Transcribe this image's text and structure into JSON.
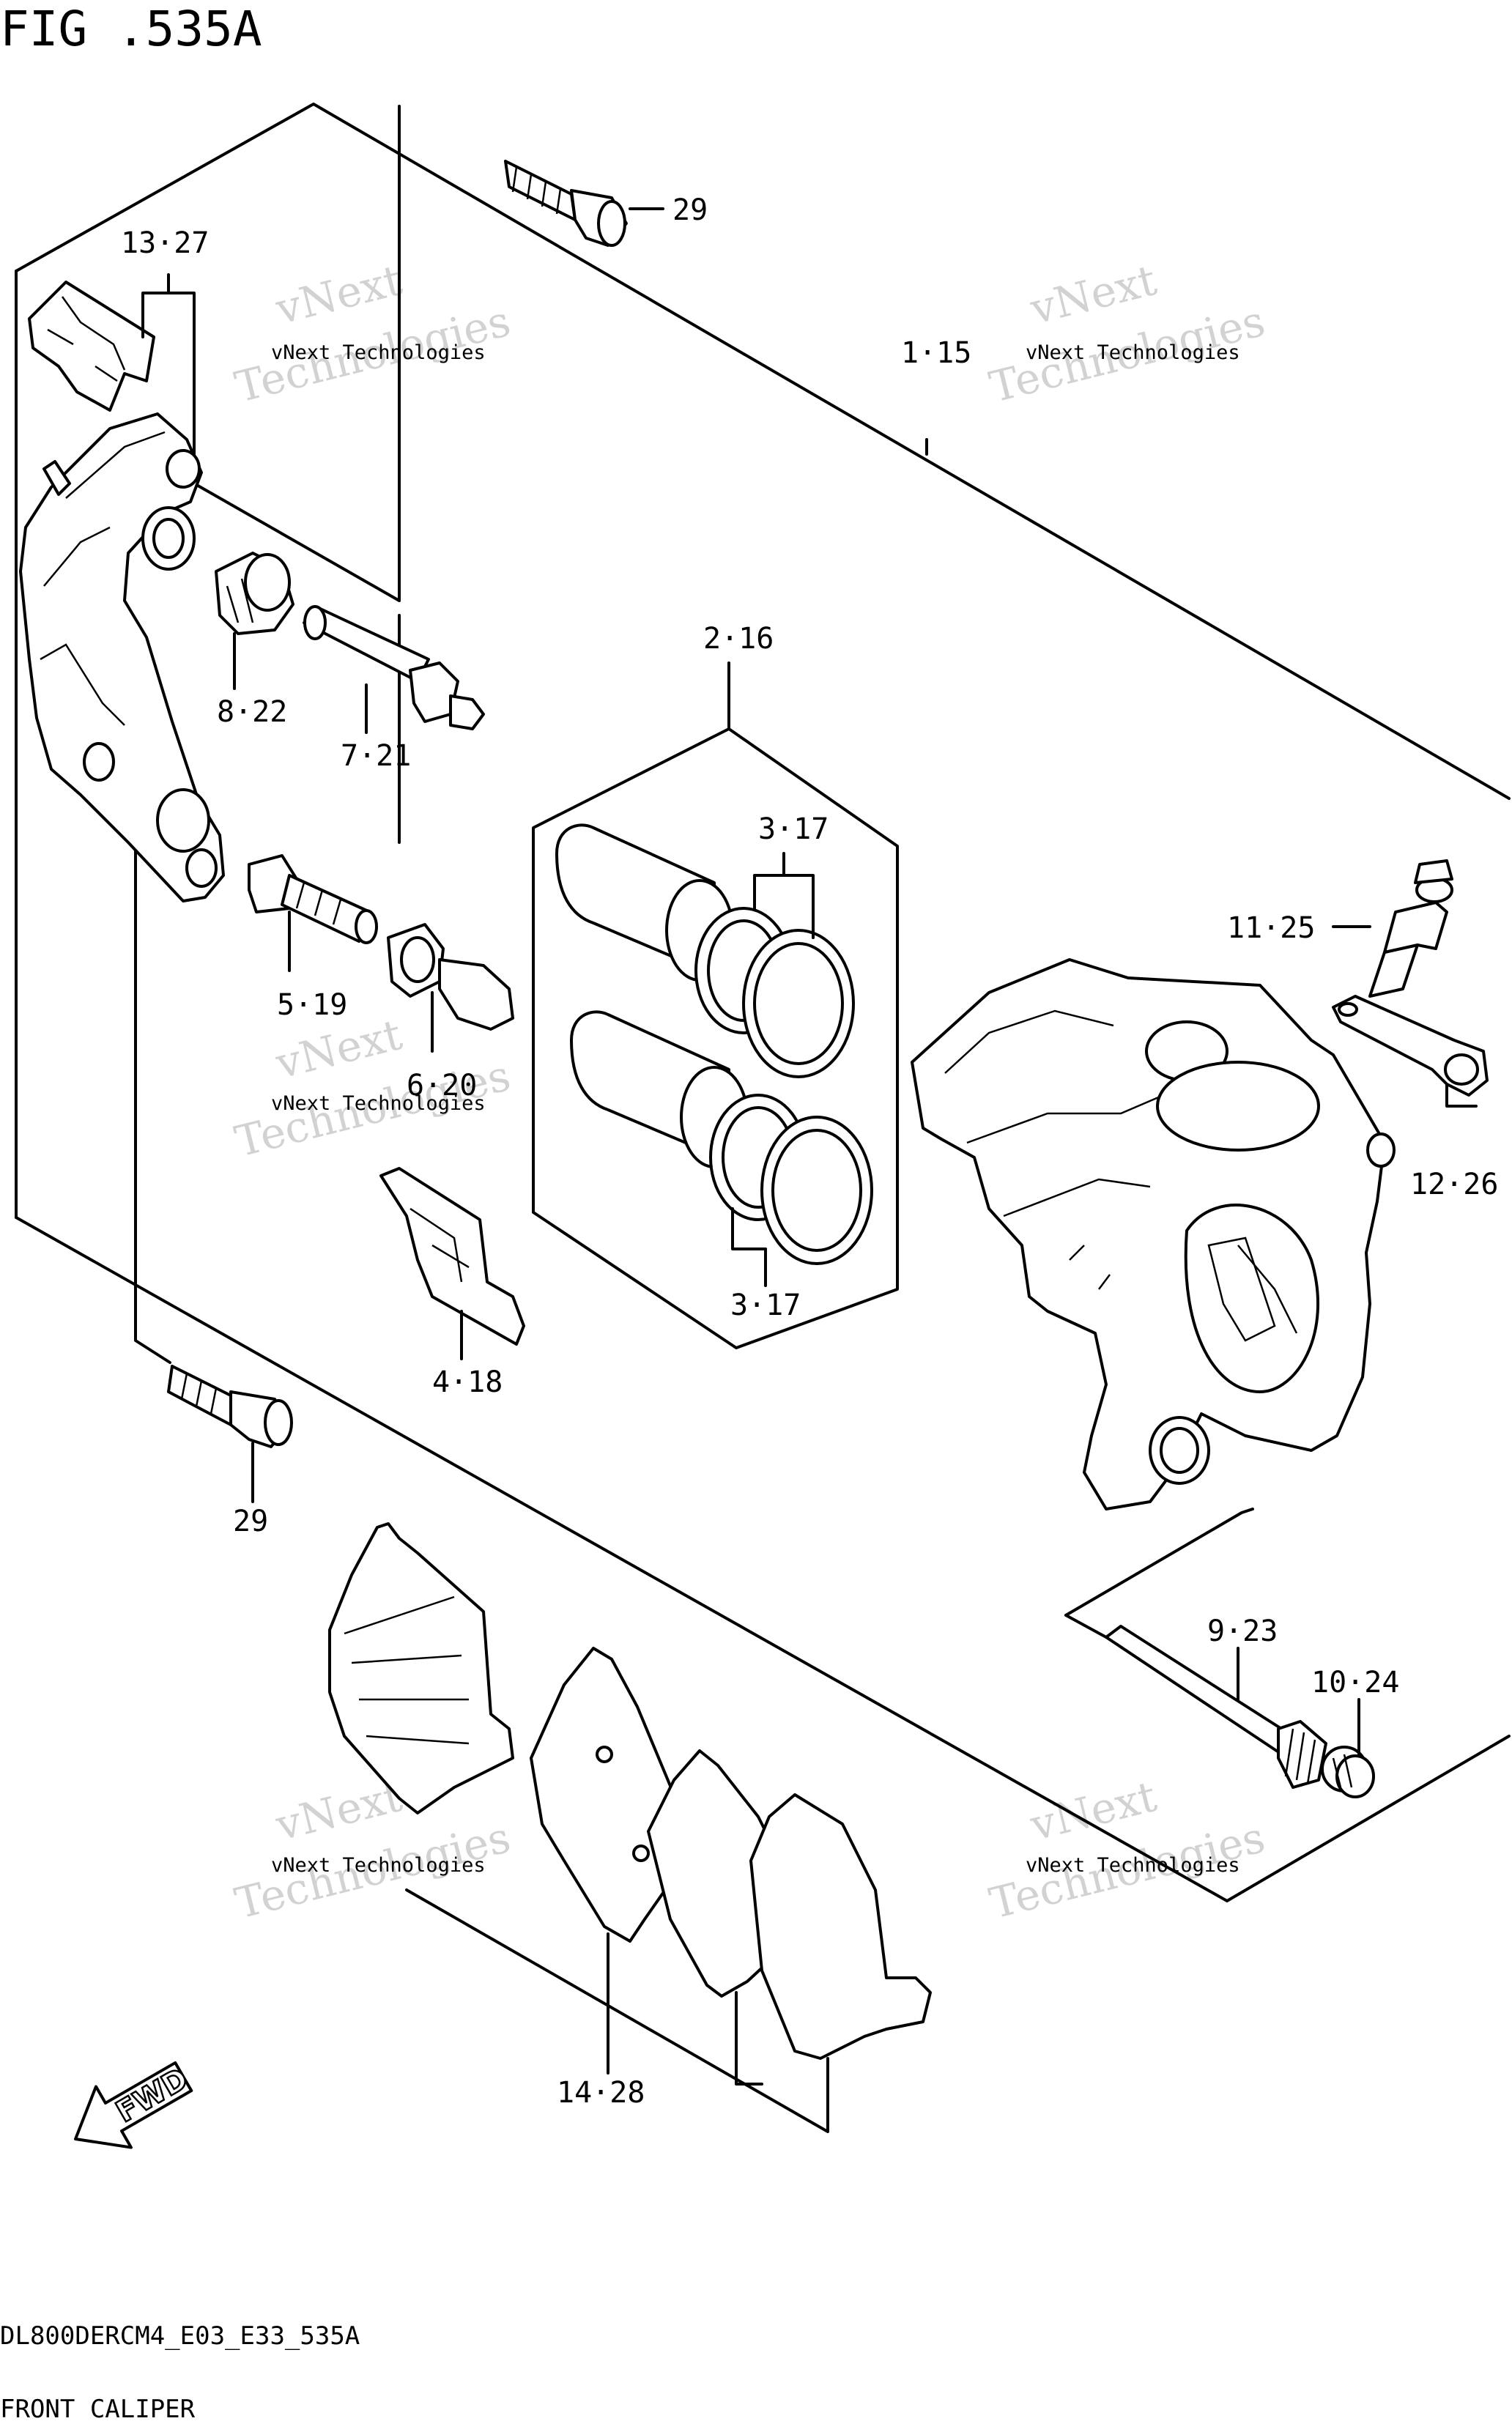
{
  "figure": {
    "title": "FIG .535A",
    "code": "DL800DERCM4_E03_E33_535A",
    "caption": "FRONT CALIPER"
  },
  "callouts": {
    "c29_top": "29",
    "c13_27": "13·27",
    "c1_15": "1·15",
    "c2_16": "2·16",
    "c8_22": "8·22",
    "c7_21": "7·21",
    "c3_17_top": "3·17",
    "c11_25": "11·25",
    "c5_19": "5·19",
    "c6_20": "6·20",
    "c12_26": "12·26",
    "c3_17_bottom": "3·17",
    "c4_18": "4·18",
    "c29_bottom": "29",
    "c9_23": "9·23",
    "c10_24": "10·24",
    "c14_28": "14·28"
  },
  "watermark": {
    "line1": "vNext Technologies",
    "line2": "vNext",
    "line3": "Technologies"
  },
  "fwd_label": "FWD",
  "icons": [
    "fwd-arrow-icon"
  ]
}
